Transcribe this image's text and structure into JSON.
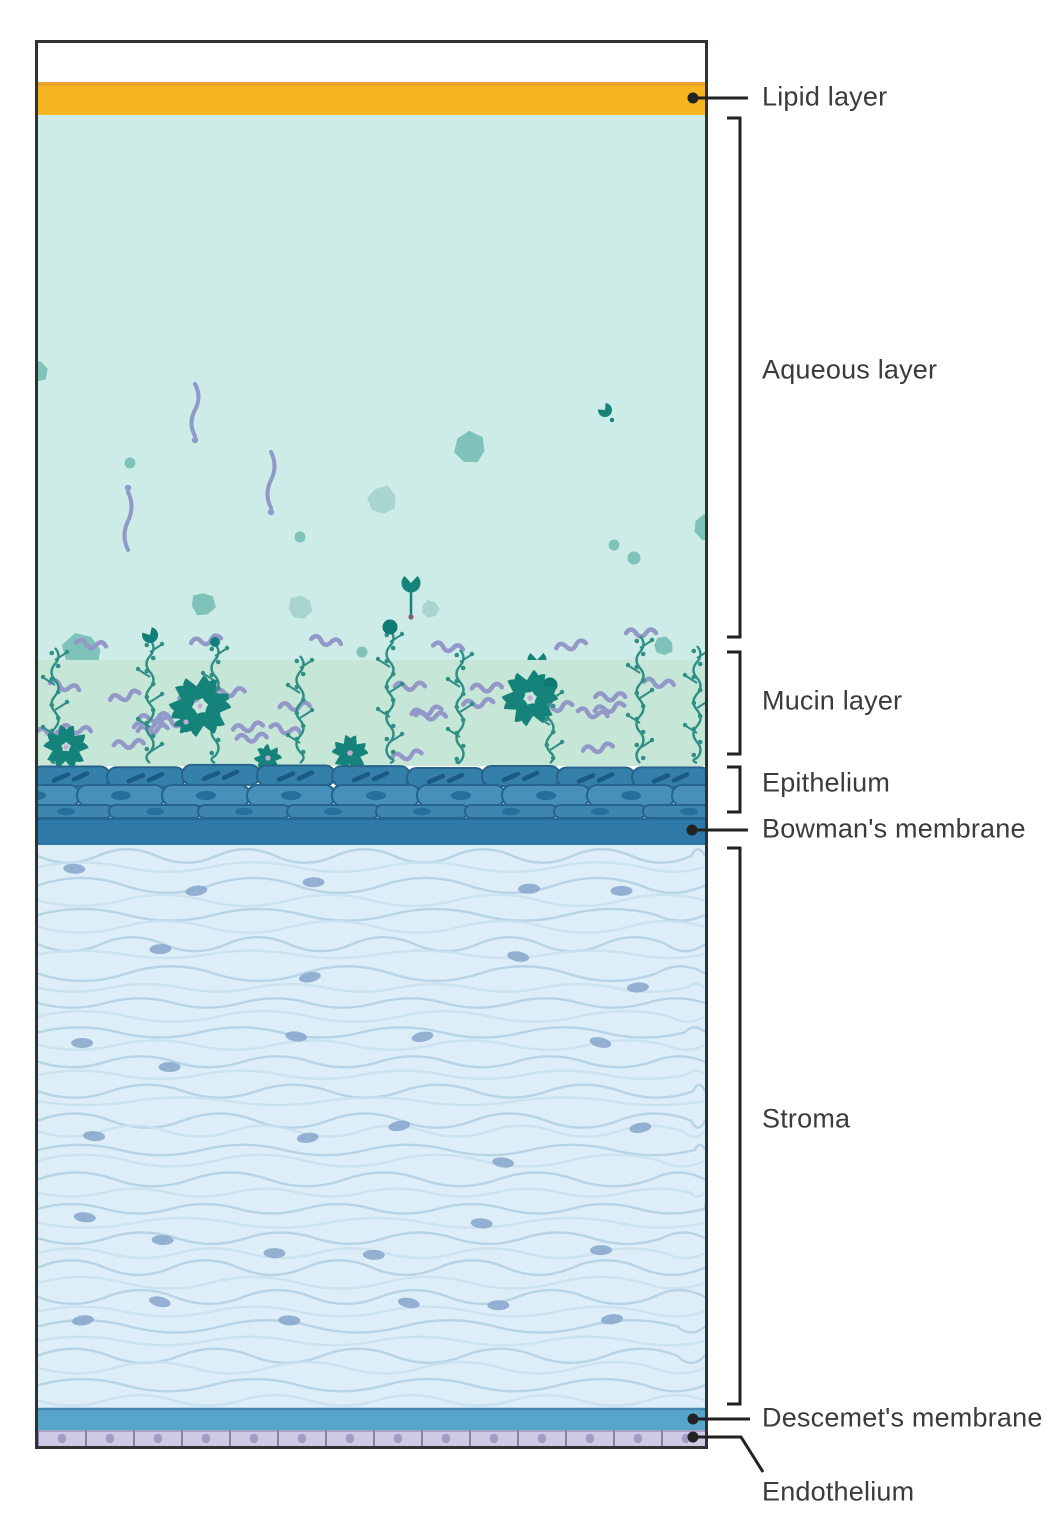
{
  "figure": {
    "background": "#FFFFFF",
    "border_color": "#2E3233",
    "callout_color": "#222222",
    "label_color": "#3B3B3B",
    "layers": [
      {
        "id": "lipid",
        "name": "Lipid layer",
        "color": "#F6B51E",
        "callout": "dot-line"
      },
      {
        "id": "aqueous",
        "name": "Aqueous layer",
        "color": "#CDECE7",
        "callout": "bracket"
      },
      {
        "id": "mucin",
        "name": "Mucin layer",
        "color": "#C6E6D7",
        "callout": "bracket"
      },
      {
        "id": "epithelium",
        "name": "Epithelium",
        "color": "#4690B9",
        "callout": "bracket"
      },
      {
        "id": "bowman",
        "name": "Bowman's membrane",
        "color": "#2E79A8",
        "callout": "dot-line"
      },
      {
        "id": "stroma",
        "name": "Stroma",
        "color": "#DDEEF8",
        "callout": "bracket"
      },
      {
        "id": "descemet",
        "name": "Descemet's membrane",
        "color": "#58A5CB",
        "callout": "dot-line"
      },
      {
        "id": "endothelium",
        "name": "Endothelium",
        "color": "#CFC9E6",
        "callout": "dot-line"
      }
    ],
    "palette": {
      "lipid_top_edge": "#ECA32A",
      "particle_teal": "#7EC2BA",
      "particle_teal_light": "#A8D6CE",
      "particle_dark_teal": "#16837A",
      "aqueous_squiggle": "#8E9AC9",
      "mucin_strand": "#2F8F85",
      "mucin_squiggle": "#9298C7",
      "epithelium_cell_dark": "#3580AA",
      "epithelium_cell": "#4690B9",
      "epithelium_cell_stroke": "#27648C",
      "epithelium_nucleus": "#25709B",
      "stroma_line": "#B4D2E5",
      "stroma_nucleus": "#8BA8CD",
      "descemet_edge": "#4488B0",
      "endothelium_border": "#8A81A8",
      "endothelium_nucleus": "#A39AC7"
    }
  }
}
